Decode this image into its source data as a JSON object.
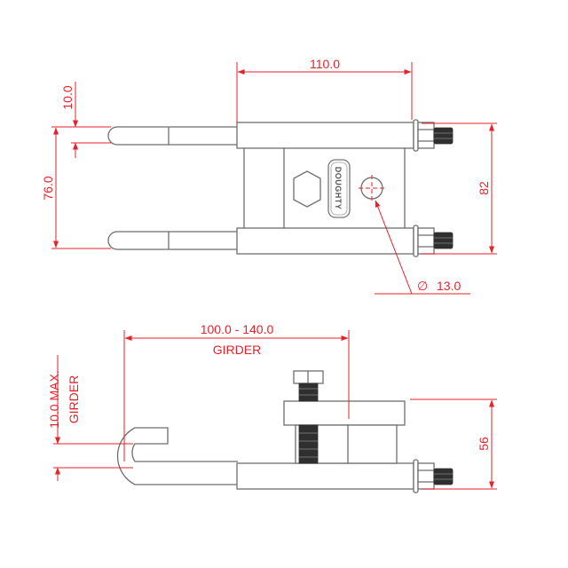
{
  "drawing": {
    "type": "technical-drawing",
    "subject": "Girder clamp assembly",
    "colors": {
      "dimension": "#e8202a",
      "outline": "#6e6e6e",
      "thread": "#2f2f2f",
      "background": "#ffffff"
    }
  },
  "top_view": {
    "brand_label": "DOUGHTY",
    "dimensions": {
      "width": "110.0",
      "hook_rod_diameter": "10.0",
      "rod_spacing": "76.0",
      "overall_height": "82",
      "hole_diameter_symbol": "∅",
      "hole_diameter": "13.0"
    }
  },
  "side_view": {
    "dimensions": {
      "girder_range": "100.0 - 140.0",
      "girder_range_label": "GIRDER",
      "flange_thickness": "10.0 MAX.",
      "flange_thickness_label": "GIRDER",
      "height": "56"
    }
  }
}
